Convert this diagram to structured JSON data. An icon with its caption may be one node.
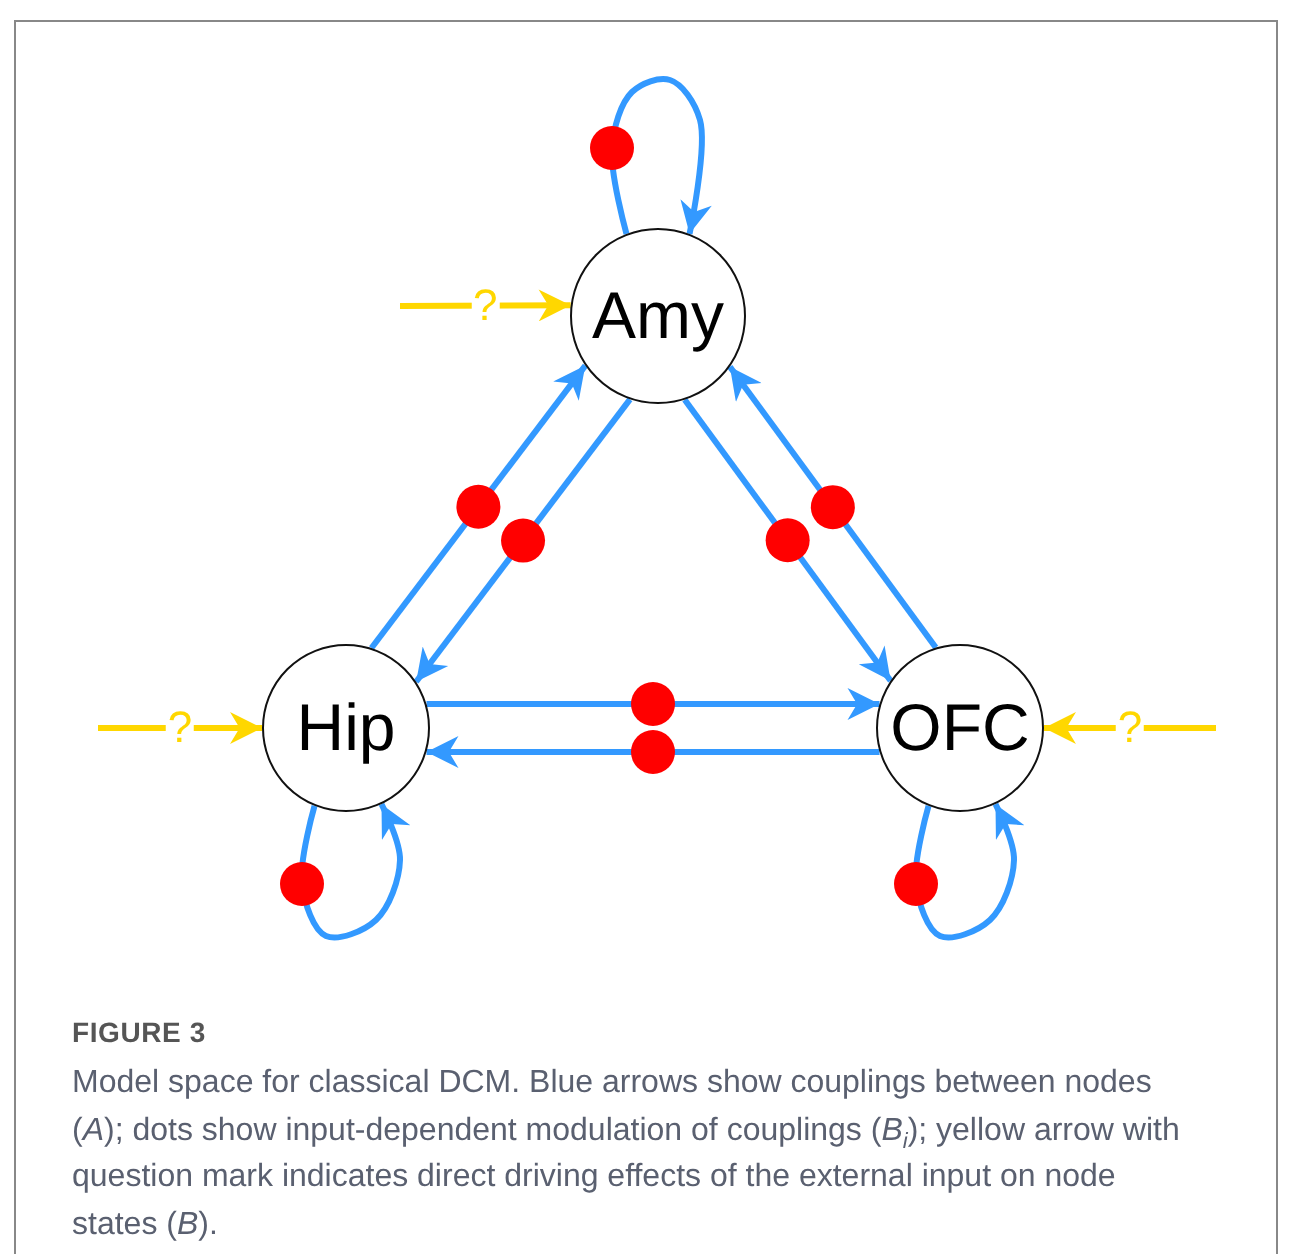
{
  "diagram": {
    "caption": "Model space for classical DCM. Blue arrows show couplings between nodes (*A*); dots show input-dependent modulation of couplings (*B*$_{i}$); yellow arrow with question mark indicates direct driving effects of the external input on node states (*B*).",
    "nodes": [
      {
        "text": [
          "Amy"
        ]
      },
      {
        "text": [
          "Hip"
        ]
      },
      {
        "text": [
          "OFC"
        ]
      }
    ],
    "edges": [
      {
        "from": 0,
        "to": 0,
        "arrow": "to"
      },
      {
        "from": null,
        "to": 0,
        "arrow": "to",
        "label": "?",
        "color": "#ffd700"
      },
      {
        "from": 1,
        "to": 0,
        "arrow": "to"
      },
      {
        "from": 0,
        "to": 1,
        "arrow": "to"
      },
      {
        "from": 0,
        "to": 2,
        "arrow": "to"
      },
      {
        "from": 2,
        "to": 0,
        "arrow": "to"
      },
      {
        "from": null,
        "to": 1,
        "arrow": "to",
        "label": "?",
        "color": "#ffd700"
      },
      {
        "from": 1,
        "to": 2,
        "arrow": "to"
      },
      {
        "from": 2,
        "to": 1,
        "arrow": "to"
      },
      {
        "from": null,
        "to": 2,
        "arrow": "to",
        "label": "?",
        "color": "#ffd700"
      },
      {
        "from": 1,
        "to": 1,
        "arrow": "to"
      },
      {
        "from": 2,
        "to": 2,
        "arrow": "to"
      }
    ],
    "labels": [
      "FIGURE 3"
    ]
  }
}
